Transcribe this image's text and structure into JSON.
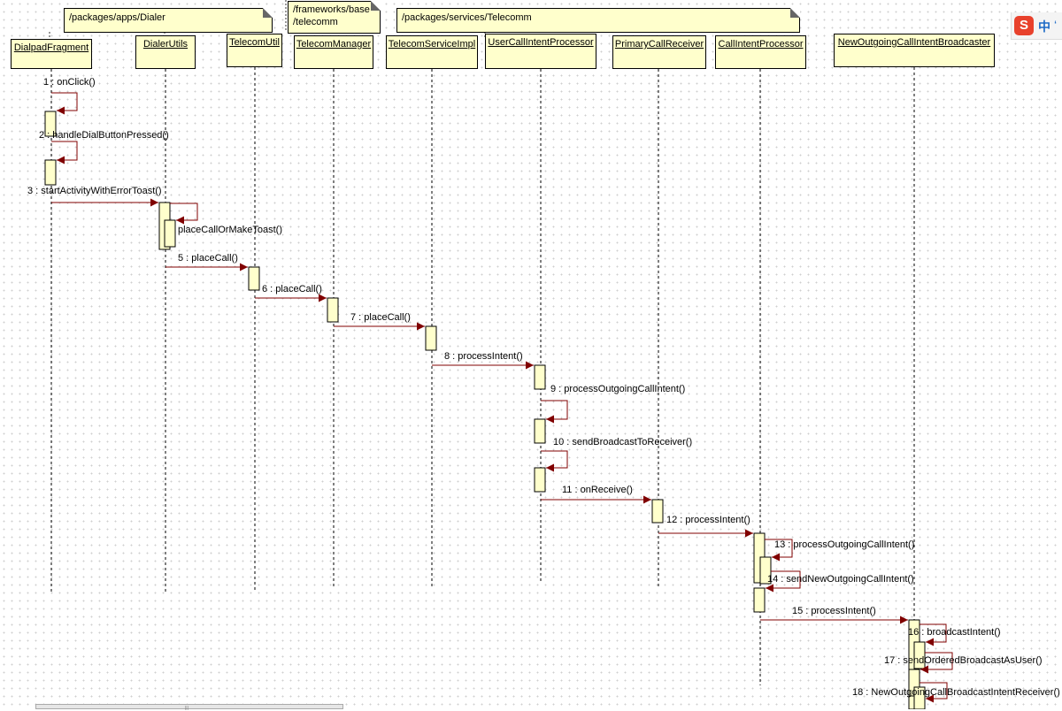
{
  "notes": [
    {
      "lines": [
        "/packages/apps/Dialer"
      ]
    },
    {
      "lines": [
        "/frameworks/base",
        "/telecomm"
      ]
    },
    {
      "lines": [
        "/packages/services/Telecomm"
      ]
    }
  ],
  "lifelines": [
    "DialpadFragment",
    "DialerUtils",
    "TelecomUtil",
    "TelecomManager",
    "TelecomServiceImpl",
    "UserCallIntentProcessor",
    "PrimaryCallReceiver",
    "CallIntentProcessor",
    "NewOutgoingCallIntentBroadcaster"
  ],
  "messages": [
    "1 : onClick()",
    "2 : handleDialButtonPressed()",
    "3 : startActivityWithErrorToast()",
    "placeCallOrMakeToast()",
    "5 : placeCall()",
    "6 : placeCall()",
    "7 : placeCall()",
    "8 : processIntent()",
    "9 : processOutgoingCallIntent()",
    "10 : sendBroadcastToReceiver()",
    "11 : onReceive()",
    "12 : processIntent()",
    "13 : processOutgoingCallIntent()",
    "14 : sendNewOutgoingCallIntent()",
    "15 : processIntent()",
    "16 : broadcastIntent()",
    "17 : sendOrderedBroadcastAsUser()",
    "18 : NewOutgoingCallBroadcastIntentReceiver()"
  ],
  "ime_toolbar": {
    "logo": "S",
    "label": "中",
    "extra": "‘"
  },
  "colors": {
    "box_fill": "#ffffcc",
    "message_line": "#800000",
    "lifeline": "#000000"
  }
}
